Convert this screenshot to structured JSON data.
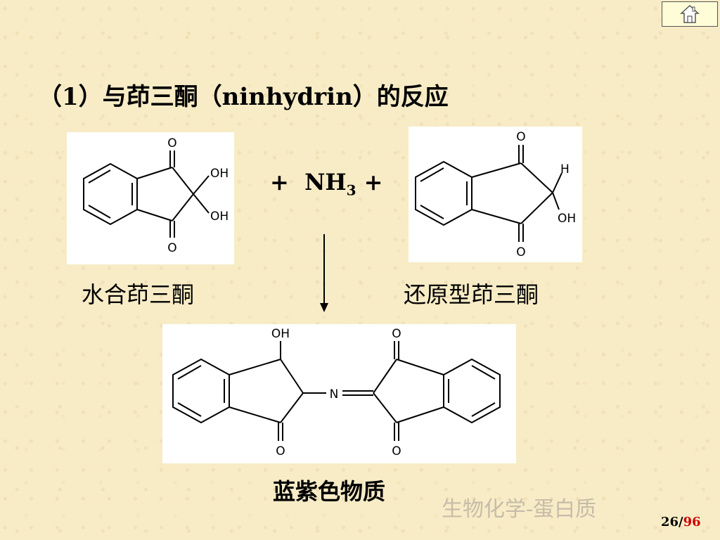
{
  "title": "（1）与茚三酮（ninhydrin）的反应",
  "reaction": {
    "plus_left": "+",
    "reagent": "NH",
    "reagent_subscript": "3",
    "plus_right": "+"
  },
  "molecules": {
    "hydrate": {
      "label": "水合茚三酮",
      "atoms": {
        "o_top": "O",
        "oh1": "OH",
        "oh2": "OH",
        "o_bottom": "O"
      }
    },
    "reduced": {
      "label": "还原型茚三酮",
      "atoms": {
        "o_top": "O",
        "h": "H",
        "oh": "OH",
        "o_bottom": "O"
      }
    },
    "product": {
      "label": "蓝紫色物质",
      "atoms": {
        "oh": "OH",
        "n": "N",
        "o_left": "O",
        "o_right_top": "O",
        "o_right_bottom": "O"
      }
    }
  },
  "footer": {
    "course": "生物化学-蛋白质",
    "page_current": "26/",
    "page_total": "96"
  },
  "icons": {
    "home": "home-icon"
  }
}
